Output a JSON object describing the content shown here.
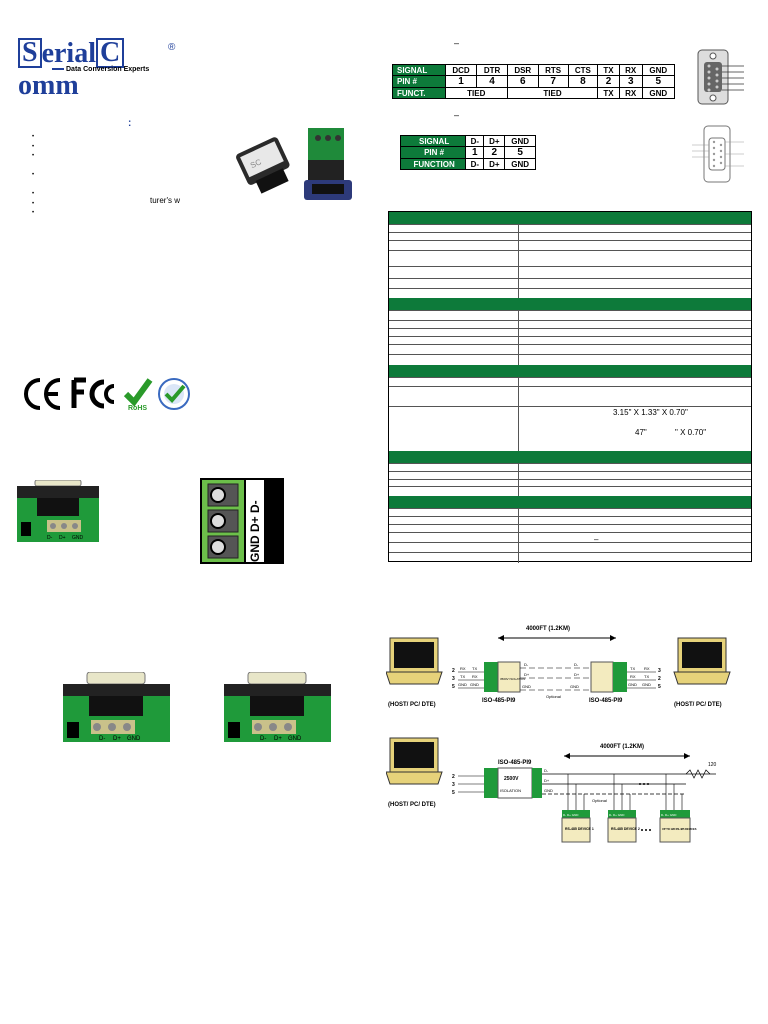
{
  "logo": {
    "word_a": "S",
    "word_b": "erial",
    "word_c": "C",
    "word_d": "omm",
    "registered": "®",
    "tagline": "Data Conversion Experts"
  },
  "features": {
    "colon": ":",
    "fragment": "turer's w"
  },
  "dash_1": "–",
  "dash_2": "–",
  "db9_table": {
    "rows": [
      {
        "head": "SIGNAL",
        "cells": [
          "DCD",
          "DTR",
          "DSR",
          "RTS",
          "CTS",
          "TX",
          "RX",
          "GND"
        ]
      },
      {
        "head": "PIN #",
        "cells": [
          "1",
          "4",
          "6",
          "7",
          "8",
          "2",
          "3",
          "5"
        ]
      },
      {
        "head": "FUNCT.",
        "tied_1": "TIED",
        "tied_2": "TIED",
        "cells_end": [
          "TX",
          "RX",
          "GND"
        ]
      }
    ]
  },
  "terminal_table": {
    "rows": [
      {
        "head": "SIGNAL",
        "cells": [
          "D-",
          "D+",
          "GND"
        ]
      },
      {
        "head": "PIN #",
        "cells": [
          "1",
          "2",
          "5"
        ]
      },
      {
        "head": "FUNCTION",
        "cells": [
          "D-",
          "D+",
          "GND"
        ]
      }
    ]
  },
  "spec": {
    "dimension_1": "3.15\" X 1.33\" X 0.70\"",
    "dimension_2_a": "47\"",
    "dimension_2_b": "\" X 0.70\"",
    "dash": "–"
  },
  "terminal_labels": {
    "left": [
      "D-",
      "D+",
      "GND"
    ],
    "right_vertical": "GND D+ D-"
  },
  "diagram1": {
    "distance": "4000FT (1.2KM)",
    "host_left": "(HOST/ PC/ DTE)",
    "host_right": "(HOST/ PC/ DTE)",
    "device_left": "ISO-485-PI9",
    "device_right": "ISO-485-PI9",
    "optional": "Optional",
    "left_pins": [
      "2",
      "3",
      "5"
    ],
    "left_sigs_a": [
      "RX",
      "TX",
      "GND"
    ],
    "left_sigs_b": [
      "TX",
      "RX",
      "GND"
    ],
    "right_pins": [
      "3",
      "2",
      "5"
    ],
    "lines": [
      "D-",
      "D+",
      "GND"
    ],
    "iso": "3500V ISOLATION"
  },
  "diagram2": {
    "distance": "4000FT (1.2KM)",
    "host": "(HOST/ PC/ DTE)",
    "device": "ISO-485-PI9",
    "iso_a": "2500V",
    "iso_b": "ISOLATION",
    "optional": "Optional",
    "resistor": "120",
    "lines": [
      "D-",
      "D+",
      "GND"
    ],
    "devices": [
      "RS-485 DEVICE 1",
      "RS-485 DEVICE 2",
      "UP TO 128 RS-485 DEVICES"
    ],
    "dev_pins": "D- D+ GND"
  }
}
